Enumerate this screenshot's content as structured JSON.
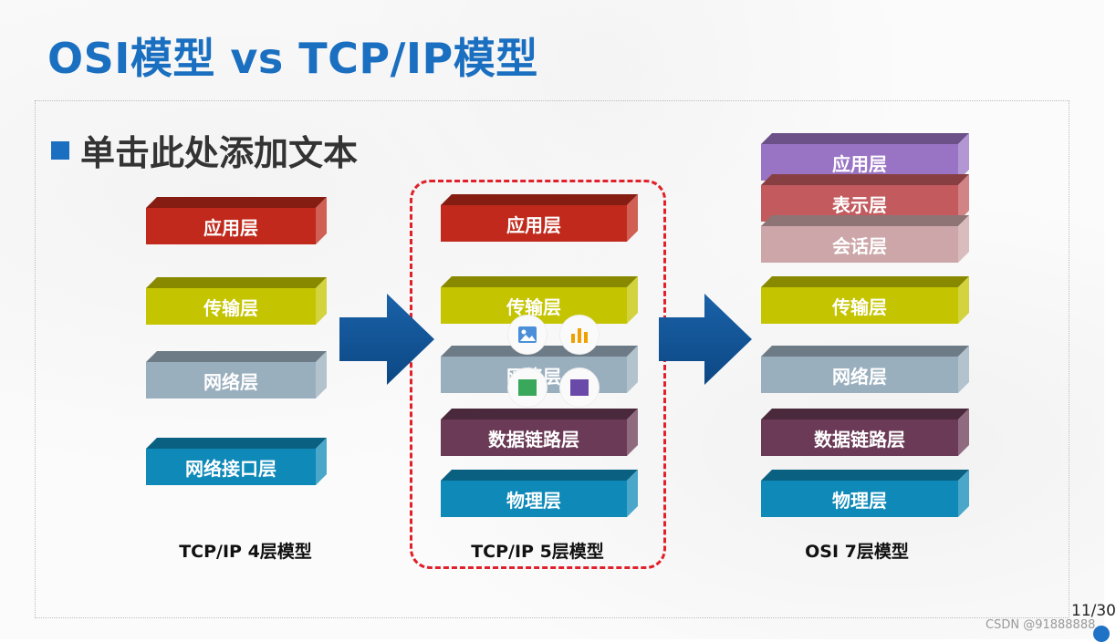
{
  "slide": {
    "title": "OSI模型 vs TCP/IP模型",
    "bullet": "单击此处添加文本",
    "page_number": "11/30"
  },
  "models": {
    "tcpip4": {
      "label": "TCP/IP 4层模型",
      "layers": [
        {
          "name": "应用层",
          "color": "#c0291b"
        },
        {
          "name": "传输层",
          "color": "#c4c400"
        },
        {
          "name": "网络层",
          "color": "#9aafbe"
        },
        {
          "name": "网络接口层",
          "color": "#0e89b8"
        }
      ]
    },
    "tcpip5": {
      "label": "TCP/IP 5层模型",
      "highlight_color": "#e0202a",
      "layers": [
        {
          "name": "应用层",
          "color": "#c0291b"
        },
        {
          "name": "传输层",
          "color": "#c4c400"
        },
        {
          "name": "网络层",
          "color": "#9aafbe"
        },
        {
          "name": "数据链路层",
          "color": "#6b3a56"
        },
        {
          "name": "物理层",
          "color": "#0e89b8"
        }
      ]
    },
    "osi7": {
      "label": "OSI 7层模型",
      "layers": [
        {
          "name": "应用层",
          "color": "#9a74c4"
        },
        {
          "name": "表示层",
          "color": "#c25a5e"
        },
        {
          "name": "会话层",
          "color": "#cca6a8"
        },
        {
          "name": "传输层",
          "color": "#c4c400"
        },
        {
          "name": "网络层",
          "color": "#9aafbe"
        },
        {
          "name": "数据链路层",
          "color": "#6b3a56"
        },
        {
          "name": "物理层",
          "color": "#0e89b8"
        }
      ]
    }
  },
  "colors": {
    "title": "#1a6fc0",
    "arrow": "#1a62a8"
  },
  "overlay_icons": [
    "picture-icon",
    "chart-icon",
    "table-icon",
    "video-icon"
  ],
  "watermark": "CSDN @91888888"
}
